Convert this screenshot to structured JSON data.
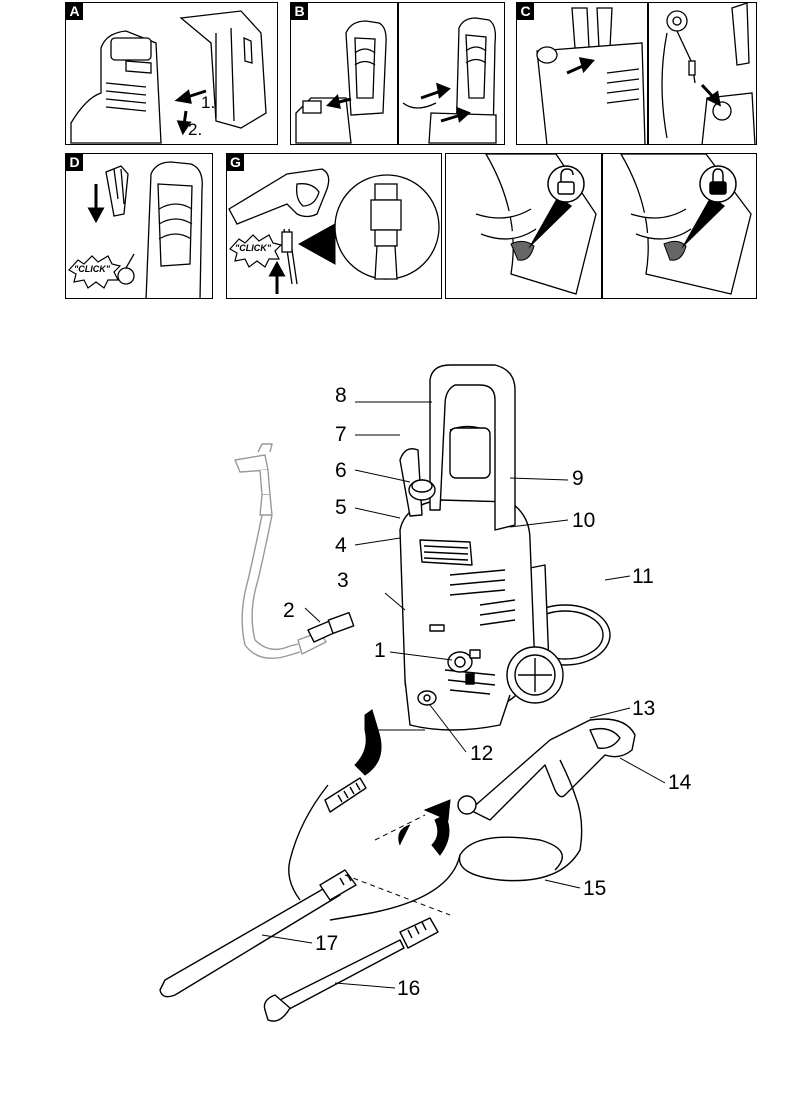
{
  "panels": {
    "a": {
      "tag": "A",
      "step1": "1.",
      "step2": "2."
    },
    "b": {
      "tag": "B"
    },
    "c": {
      "tag": "C"
    },
    "d": {
      "tag": "D",
      "click": "\"CLICK\""
    },
    "g": {
      "tag": "G",
      "click": "\"CLICK\""
    },
    "lock": {
      "unlocked_icon": "unlocked-padlock-icon",
      "locked_icon": "locked-padlock-icon"
    }
  },
  "callouts": [
    "1",
    "2",
    "3",
    "4",
    "5",
    "6",
    "7",
    "8",
    "9",
    "10",
    "11",
    "12",
    "13",
    "14",
    "15",
    "16",
    "17"
  ],
  "colors": {
    "line": "#000000",
    "fill": "#ffffff",
    "shade": "#d9d9d9",
    "dark": "#555555"
  }
}
